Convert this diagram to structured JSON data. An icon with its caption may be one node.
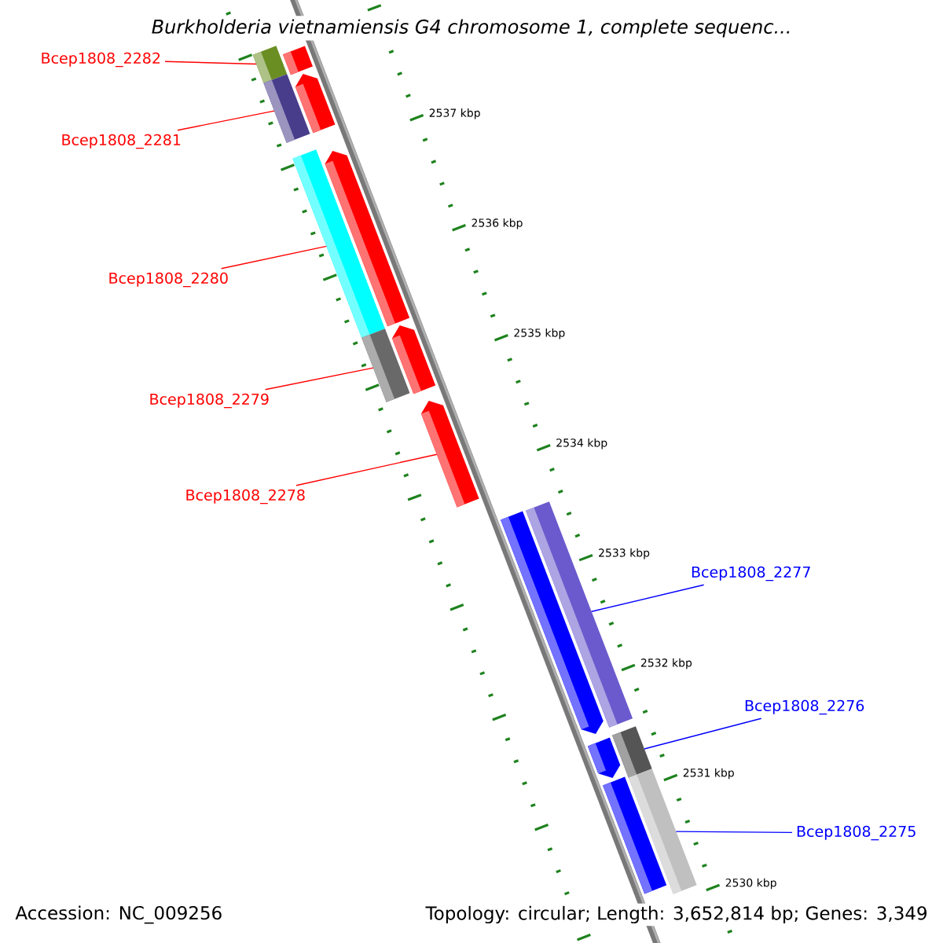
{
  "diagram": {
    "title": "Burkholderia vietnamiensis G4 chromosome 1, complete sequenc...",
    "nodes": [
      {
        "text": [
          "Bcep1808_2282"
        ]
      },
      {
        "text": [
          "Bcep1808_2281"
        ]
      },
      {
        "text": [
          "Bcep1808_2280"
        ]
      },
      {
        "text": [
          "Bcep1808_2279"
        ]
      },
      {
        "text": [
          "Bcep1808_2278"
        ]
      },
      {
        "text": [
          "Bcep1808_2277"
        ]
      },
      {
        "text": [
          "Bcep1808_2276"
        ]
      },
      {
        "text": [
          "Bcep1808_2275"
        ]
      },
      {
        "text": [],
        "shape": "bar"
      },
      {
        "text": [],
        "shape": "bar"
      },
      {
        "text": [],
        "shape": "bar"
      },
      {
        "text": [],
        "shape": "pentagon"
      },
      {
        "text": [],
        "shape": "bar"
      },
      {
        "text": [],
        "shape": "pentagon"
      },
      {
        "text": [],
        "shape": "pentagon"
      },
      {
        "text": [],
        "shape": "bar"
      },
      {
        "text": [],
        "shape": "pentagon"
      },
      {
        "text": [],
        "shape": "bar"
      },
      {
        "text": [],
        "shape": "pentagon"
      },
      {
        "text": [],
        "shape": "bar"
      },
      {
        "text": [],
        "shape": "pentagon"
      },
      {
        "text": [],
        "shape": "bar"
      },
      {
        "text": [],
        "shape": "bar"
      }
    ],
    "edges": [
      {
        "from": 0,
        "to": 8,
        "arrow": "none"
      },
      {
        "from": 1,
        "to": 10,
        "arrow": "none"
      },
      {
        "from": 2,
        "to": 12,
        "arrow": "none"
      },
      {
        "from": 3,
        "to": 15,
        "arrow": "none"
      },
      {
        "from": 4,
        "to": 16,
        "arrow": "none"
      },
      {
        "from": 5,
        "to": 17,
        "arrow": "none",
        "color": "#0000ff"
      },
      {
        "from": 6,
        "to": 19,
        "arrow": "none",
        "color": "#0000ff"
      },
      {
        "from": 7,
        "to": 21,
        "arrow": "none",
        "color": "#0000ff"
      }
    ],
    "labels": [
      "2537 kbp",
      "2536 kbp",
      "2535 kbp",
      "2534 kbp",
      "2533 kbp",
      "2532 kbp",
      "2531 kbp",
      "2530 kbp",
      "Accession: NC_009256",
      "Topology: circular; Length: 3,652,814 bp; Genes: 3,349"
    ]
  }
}
